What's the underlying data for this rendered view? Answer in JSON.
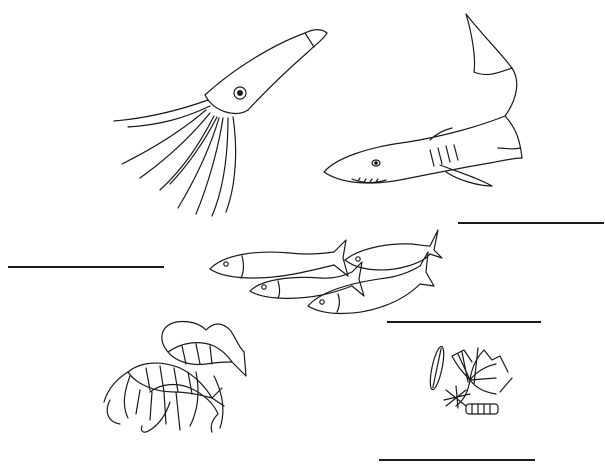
{
  "diagram": {
    "organisms": [
      {
        "id": "squid",
        "icon": "squid-icon"
      },
      {
        "id": "shark",
        "icon": "shark-icon"
      },
      {
        "id": "fish-school",
        "icon": "fish-school-icon"
      },
      {
        "id": "krill",
        "icon": "krill-icon"
      },
      {
        "id": "plankton",
        "icon": "plankton-icon"
      }
    ],
    "answer_blanks": [
      {
        "id": "blank-shark",
        "value": ""
      },
      {
        "id": "blank-fish",
        "value": ""
      },
      {
        "id": "blank-krill",
        "value": ""
      },
      {
        "id": "blank-plankton",
        "value": ""
      }
    ],
    "colors": {
      "ink": "#1a1a1a",
      "background": "#ffffff"
    }
  }
}
